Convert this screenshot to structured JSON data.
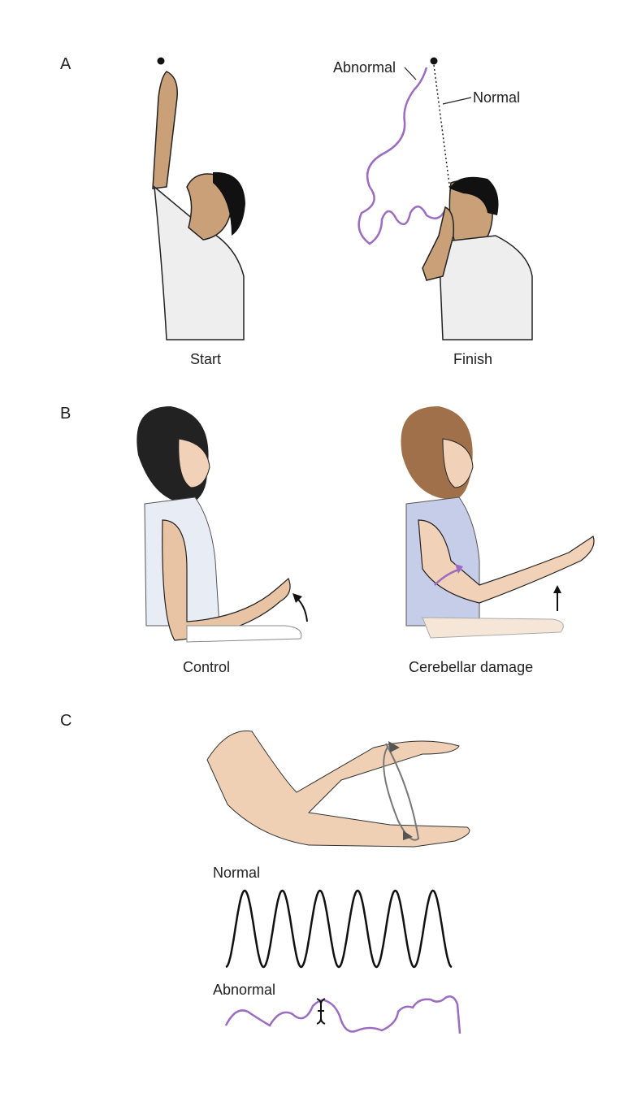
{
  "panels": {
    "a": {
      "letter": "A",
      "abnormal_label": "Abnormal",
      "normal_label": "Normal",
      "start_caption": "Start",
      "finish_caption": "Finish"
    },
    "b": {
      "letter": "B",
      "control_caption": "Control",
      "damage_caption": "Cerebellar damage"
    },
    "c": {
      "letter": "C",
      "normal_label": "Normal",
      "abnormal_label": "Abnormal"
    }
  },
  "colors": {
    "abnormal_trace": "#9b6cc0",
    "skin_light": "#f1d2b8",
    "skin_dark": "#c9a078",
    "shirt": "#eeeeee",
    "ink": "#111111"
  },
  "icons": {
    "cursor": "text-cursor-icon"
  }
}
